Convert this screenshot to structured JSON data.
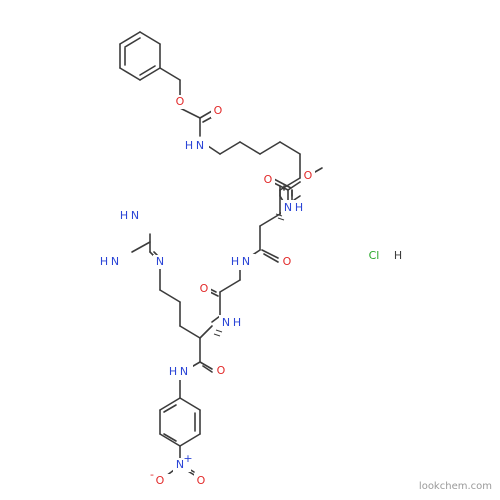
{
  "watermark": "lookchem.com",
  "colors": {
    "bond": "#3c3c3c",
    "N": "#2b45d6",
    "O": "#e22a2a",
    "Cl": "#2aa82a",
    "H": "#3c3c3c"
  },
  "labels": {
    "o_ester1": "O",
    "o_carb1": "O",
    "nh_lys_eps": "H",
    "n_lys_eps": "N",
    "o_ester2": "O",
    "o_carb2": "O",
    "nh_lys_a": "H",
    "n_lys_a": "N",
    "nh_gly": "H",
    "n_gly": "N",
    "o_lys_co": "O",
    "o_gly_co": "O",
    "nh_arg_a": "H",
    "n_arg_a": "N",
    "nh2_top_h": "H",
    "nh2_top_n": "N",
    "nh_guan_h": "H",
    "nh_guan_n": "N",
    "n_guan": "N",
    "o_arg_co": "O",
    "nh_anil_h": "H",
    "nh_anil_n": "N",
    "n_nitro": "N",
    "n_nitro_plus": "+",
    "o_nitro1": "O",
    "o_nitro1_minus": "-",
    "o_nitro2": "O",
    "hcl_cl": "Cl",
    "hcl_h": "H"
  }
}
